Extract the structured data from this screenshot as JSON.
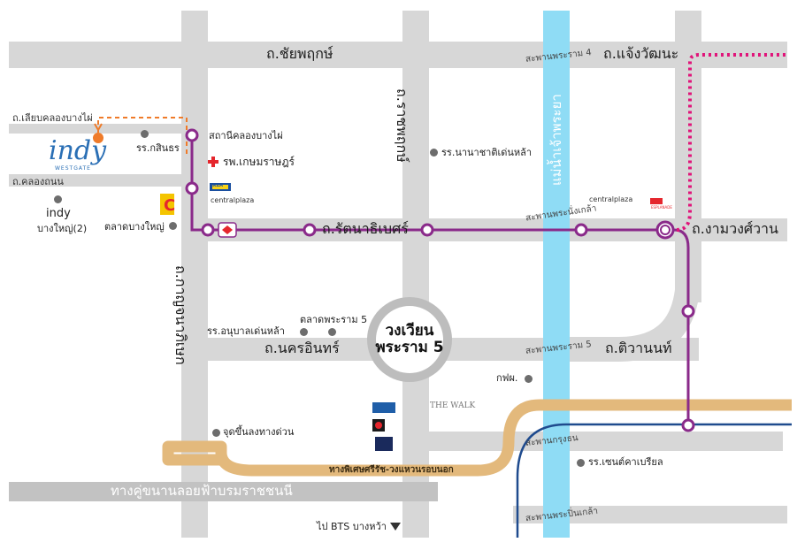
{
  "roads": {
    "chaiyaphruek": "ถ.ชัยพฤกษ์",
    "chaengwattana": "ถ.แจ้งวัฒนะ",
    "liap_khlong_bang_phai": "ถ.เลียบคลองบางไผ่",
    "khlong_thanon": "ถ.คลองถนน",
    "ratchaphruek": "ถ.ราชพฤกษ์",
    "rattanathibet": "ถ.รัตนาธิเบศร์",
    "ngamwongwan": "ถ.งามวงศ์วาน",
    "kanchanaphisek": "ถ.กาญจนาภิเษก",
    "nakhon_in": "ถ.นครอินทร์",
    "tiwanon": "ถ.ติวานนท์",
    "expressway": "ทางพิเศษศรีรัช-วงแหวนรอบนอก",
    "elevated_expressway": "ทางคู่ขนานลอยฟ้าบรมราชชนนี",
    "to_bts": "ไป BTS บางหว้า"
  },
  "river": {
    "name": "แม่น้ำเจ้าพระยา"
  },
  "bridges": {
    "rama4": "สะพานพระราม 4",
    "pin_klao_north": "สะพานพระนั่งเกล้า",
    "rama5": "สะพานพระราม 5",
    "krungthon": "สะพานกรุงธน",
    "pin_klao_south": "สะพานพระปิ่นเกล้า"
  },
  "circle": {
    "line1": "วงเวียน",
    "line2": "พระราม 5"
  },
  "pois": {
    "indy_westgate_brand": "indy",
    "westgate": "WESTGATE",
    "school_kasinthorn": "รร.กสินธร",
    "indy_bangyai": "indy",
    "indy_bangyai_sub": "บางใหญ่(2)",
    "talat_bangyai": "ตลาดบางใหญ่",
    "station_khlong_bang_phai": "สถานีคลองบางไผ่",
    "hospital_kasemrad": "รพ.เกษมราษฎร์",
    "ikea": "IKEA",
    "central_plaza_west": "centralplaza",
    "school_nanachat": "รร.นานาชาติเด่นหล้า",
    "central_plaza_east": "centralplaza",
    "esplanade": "ESPLANADE",
    "talat_rama5": "ตลาดพระราม 5",
    "school_anuban": "รร.อนุบาลเด่นหล้า",
    "egat": "กฟผ.",
    "the_walk": "THE WALK",
    "toll_exit": "จุดขึ้นลงทางด่วน",
    "st_francis": "รร.เซนต์คาเบรียล"
  },
  "colors": {
    "road": "#d7d7d7",
    "river": "#8fdcf5",
    "mrt_purple": "#8a2a8a",
    "expressway": "#e3b97c",
    "blue_line": "#1f4b8e",
    "orange_route": "#ef7b2a",
    "pink_dotted": "#e0147a",
    "hospital": "#e5262d"
  }
}
